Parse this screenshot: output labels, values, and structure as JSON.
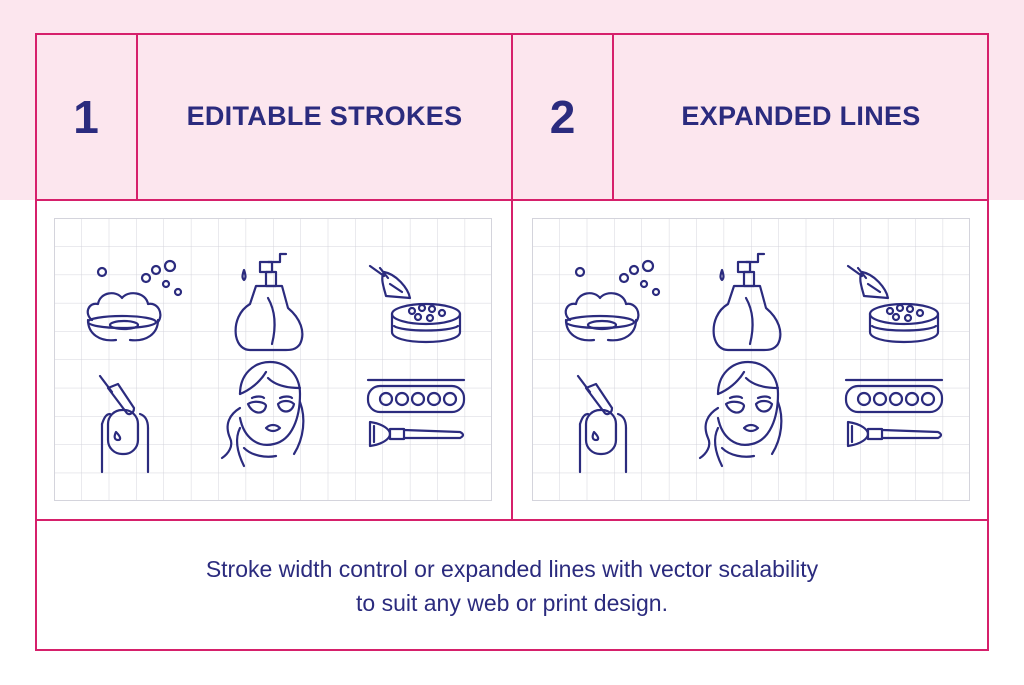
{
  "colors": {
    "frame": "#d6206b",
    "text": "#2b2b7e",
    "band": "#fce6ee",
    "grid": "#d4d4dc",
    "icon": "#2b2b7e"
  },
  "sections": [
    {
      "number": "1",
      "title": "EDITABLE STROKES"
    },
    {
      "number": "2",
      "title": "EXPANDED LINES"
    }
  ],
  "icons": [
    "bath-bombs-icon",
    "soap-pump-bottle-icon",
    "powder-brush-compact-icon",
    "nail-polish-brush-icon",
    "eye-patch-face-icon",
    "eyeshadow-palette-brush-icon"
  ],
  "caption": {
    "line1": "Stroke width control or expanded lines with vector scalability",
    "line2": "to suit any web or print design."
  }
}
